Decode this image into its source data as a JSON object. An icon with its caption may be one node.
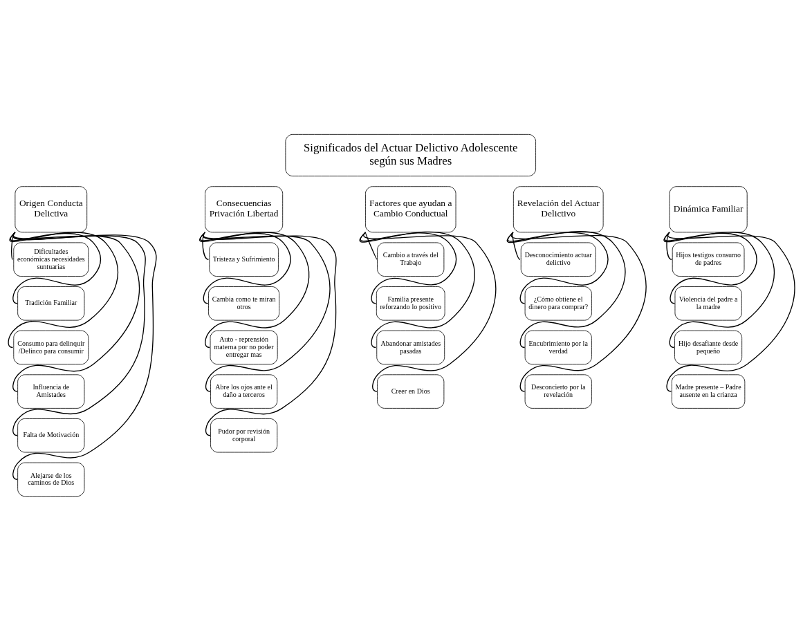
{
  "diagram": {
    "nodes": [
      {
        "text": [
          "Significados del Actuar Delictivo Adolescente según sus Madres"
        ]
      },
      {
        "text": [
          "Origen Conducta Delictiva"
        ]
      },
      {
        "text": [
          "Dificultades económicas necesidades suntuarias"
        ]
      },
      {
        "text": [
          "Tradición Familiar"
        ]
      },
      {
        "text": [
          "Consumo para delinquir /Delinco para consumir"
        ]
      },
      {
        "text": [
          "Influencia de Amistades"
        ]
      },
      {
        "text": [
          "Falta de Motivación"
        ]
      },
      {
        "text": [
          "Alejarse de los caminos de Dios"
        ]
      },
      {
        "text": [
          "Consecuencias Privación Libertad"
        ]
      },
      {
        "text": [
          "Tristeza y Sufrimiento"
        ]
      },
      {
        "text": [
          "Cambia como te miran otros"
        ]
      },
      {
        "text": [
          "Auto - reprensión materna por no poder entregar mas"
        ]
      },
      {
        "text": [
          "Abre los ojos ante el daño a terceros"
        ]
      },
      {
        "text": [
          "Pudor por revisión corporal"
        ]
      },
      {
        "text": [
          "Factores que ayudan a Cambio Conductual"
        ]
      },
      {
        "text": [
          "Cambio a través del Trabajo"
        ]
      },
      {
        "text": [
          "Familia presente reforzando lo positivo"
        ]
      },
      {
        "text": [
          "Abandonar amistades pasadas"
        ]
      },
      {
        "text": [
          "Creer en Dios"
        ]
      },
      {
        "text": [
          "Revelación del Actuar Delictivo"
        ]
      },
      {
        "text": [
          "Desconocimiento actuar delictivo"
        ]
      },
      {
        "text": [
          "¿Cómo obtiene el dinero para comprar?"
        ]
      },
      {
        "text": [
          "Encubrimiento por la verdad"
        ]
      },
      {
        "text": [
          "Desconcierto por la revelación"
        ]
      },
      {
        "text": [
          "Dinámica Familiar"
        ]
      },
      {
        "text": [
          "Hijos testigos consumo de padres"
        ]
      },
      {
        "text": [
          "Violencia del padre a la madre"
        ]
      },
      {
        "text": [
          "Hijo desafiante desde pequeño"
        ]
      },
      {
        "text": [
          "Madre presente – Padre ausente en la crianza"
        ]
      }
    ],
    "edges": [
      {
        "from": 1,
        "to": 2,
        "arrow": "none"
      },
      {
        "from": 1,
        "to": 3,
        "arrow": "none"
      },
      {
        "from": 1,
        "to": 4,
        "arrow": "none"
      },
      {
        "from": 1,
        "to": 5,
        "arrow": "none"
      },
      {
        "from": 1,
        "to": 6,
        "arrow": "none"
      },
      {
        "from": 1,
        "to": 7,
        "arrow": "none"
      },
      {
        "from": 8,
        "to": 9,
        "arrow": "none"
      },
      {
        "from": 8,
        "to": 10,
        "arrow": "none"
      },
      {
        "from": 8,
        "to": 11,
        "arrow": "none"
      },
      {
        "from": 8,
        "to": 12,
        "arrow": "none"
      },
      {
        "from": 8,
        "to": 13,
        "arrow": "none"
      },
      {
        "from": 14,
        "to": 15,
        "arrow": "none"
      },
      {
        "from": 14,
        "to": 16,
        "arrow": "none"
      },
      {
        "from": 14,
        "to": 17,
        "arrow": "none"
      },
      {
        "from": 14,
        "to": 18,
        "arrow": "none"
      },
      {
        "from": 19,
        "to": 20,
        "arrow": "none"
      },
      {
        "from": 19,
        "to": 21,
        "arrow": "none"
      },
      {
        "from": 19,
        "to": 22,
        "arrow": "none"
      },
      {
        "from": 19,
        "to": 23,
        "arrow": "none"
      },
      {
        "from": 24,
        "to": 25,
        "arrow": "none"
      },
      {
        "from": 24,
        "to": 26,
        "arrow": "none"
      },
      {
        "from": 24,
        "to": 27,
        "arrow": "none"
      },
      {
        "from": 24,
        "to": 28,
        "arrow": "none"
      }
    ]
  }
}
